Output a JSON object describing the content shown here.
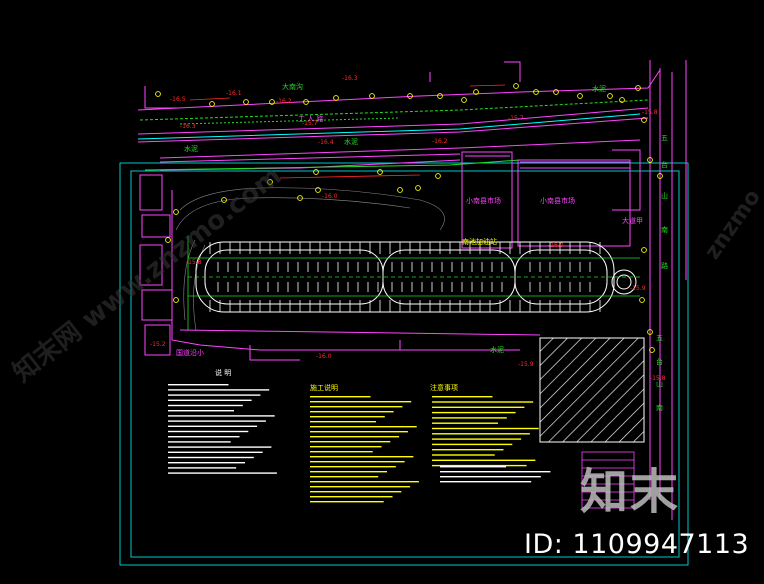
{
  "labels": {
    "road_main": "工 人 路",
    "road_right_1": "五",
    "road_right_2": "台",
    "road_right_3": "山",
    "road_right_4": "南",
    "road_right_5": "路",
    "road_lower_1": "五",
    "road_lower_2": "台",
    "road_lower_3": "山",
    "road_lower_4": "南",
    "bldg_a": "小南县市场",
    "bldg_b": "小南县市场",
    "bldg_c": "大道甲",
    "bldg_d": "南池加油站",
    "river_1": "水泥",
    "river_2": "水泥",
    "river_3": "水泥",
    "river_4": "水泥",
    "ditch": "大南沟",
    "bottom_left": "国道沿小",
    "notes_title": "说 明",
    "col2_title": "施工说明",
    "col3_title": "注意事项"
  },
  "elevations": [
    {
      "id": "e1",
      "text": "-16.3"
    },
    {
      "id": "e2",
      "text": "-16.5"
    },
    {
      "id": "e3",
      "text": "-16.1"
    },
    {
      "id": "e4",
      "text": "-16.2"
    },
    {
      "id": "e5",
      "text": "-15.7"
    },
    {
      "id": "e6",
      "text": "-15.7"
    },
    {
      "id": "e7",
      "text": "-15.8"
    },
    {
      "id": "e8",
      "text": "-16.4"
    },
    {
      "id": "e9",
      "text": "-16.2"
    },
    {
      "id": "e10",
      "text": "-16.0"
    },
    {
      "id": "e11",
      "text": "-16.0"
    },
    {
      "id": "e12",
      "text": "-15.9"
    },
    {
      "id": "e13",
      "text": "-16.3"
    },
    {
      "id": "e14",
      "text": "-16.0"
    },
    {
      "id": "e15",
      "text": "-15.2"
    },
    {
      "id": "e16",
      "text": "-15.9"
    },
    {
      "id": "e17",
      "text": "-15.8"
    },
    {
      "id": "e18",
      "text": "-15.8"
    }
  ],
  "logo_text": "知末",
  "drawing_id": "ID: 1109947113",
  "watermark_left": "知末网 www.znzmo.com",
  "watermark_right": "znzmo",
  "colors": {
    "frame": "#00c8c8",
    "road": "#ff44ff",
    "parking": "#ffffff",
    "green": "#22dd22",
    "red": "#ff2a2a",
    "yellow": "#ffff00",
    "cyan": "#00ffff"
  }
}
